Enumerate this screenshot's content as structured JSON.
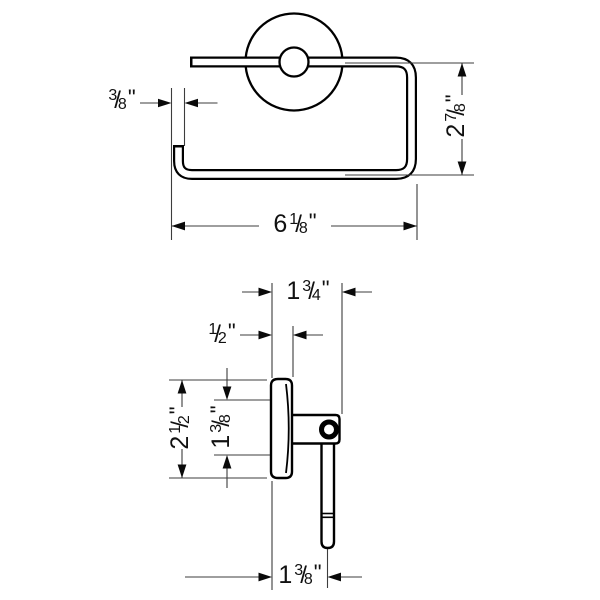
{
  "page": {
    "background": "#ffffff"
  },
  "colors": {
    "outline": "#000000",
    "dimension_line": "#3d3d3d",
    "arrow": "#0a0a0a",
    "text": "#111111"
  },
  "fraction_slash": "/",
  "views": {
    "front": {
      "name": "front-elevation-toilet-paper-holder"
    },
    "side": {
      "name": "side-profile-toilet-paper-holder"
    }
  },
  "dims": {
    "front_post_width": {
      "whole": "",
      "num": "3",
      "den": "8",
      "unit": "\"",
      "display": "3/8\""
    },
    "front_height": {
      "whole": "2",
      "num": "7",
      "den": "8",
      "unit": "\"",
      "display": "2 7/8\""
    },
    "front_width": {
      "whole": "6",
      "num": "1",
      "den": "8",
      "unit": "\"",
      "display": "6 1/8\""
    },
    "side_depth": {
      "whole": "1",
      "num": "3",
      "den": "4",
      "unit": "\"",
      "display": "1 3/4\""
    },
    "side_plate_thickness": {
      "whole": "",
      "num": "1",
      "den": "2",
      "unit": "\"",
      "display": "1/2\""
    },
    "side_plate_height": {
      "whole": "2",
      "num": "1",
      "den": "2",
      "unit": "\"",
      "display": "2 1/2\""
    },
    "side_inner_spacing": {
      "whole": "1",
      "num": "3",
      "den": "8",
      "unit": "\"",
      "display": "1 3/8\""
    },
    "side_wall_to_rod": {
      "whole": "1",
      "num": "3",
      "den": "8",
      "unit": "\"",
      "display": "1 3/8\""
    }
  }
}
